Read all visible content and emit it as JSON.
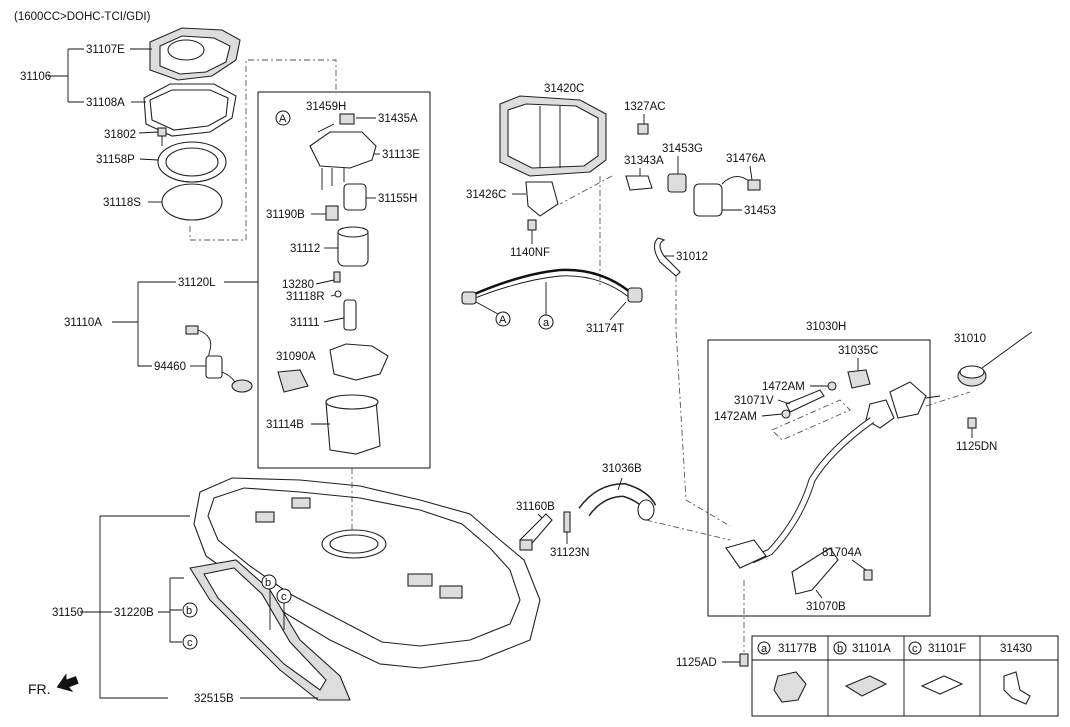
{
  "header": {
    "note": "(1600CC>DOHC-TCI/GDI)"
  },
  "labels": {
    "l31107E": "31107E",
    "l31106": "31106",
    "l31108A": "31108A",
    "l31802": "31802",
    "l31158P": "31158P",
    "l31118S": "31118S",
    "l31459H": "31459H",
    "l31435A": "31435A",
    "l31113E": "31113E",
    "l31155H": "31155H",
    "l31190B": "31190B",
    "l31112": "31112",
    "l13280": "13280",
    "l31118R": "31118R",
    "l31111": "31111",
    "l31090A": "31090A",
    "l31114B": "31114B",
    "l31120L": "31120L",
    "l31110A": "31110A",
    "l94460": "94460",
    "l31420C": "31420C",
    "l1327AC": "1327AC",
    "l31343A": "31343A",
    "l31453G": "31453G",
    "l31476A": "31476A",
    "l31426C": "31426C",
    "l31453": "31453",
    "l1140NF": "1140NF",
    "l31012": "31012",
    "l31174T": "31174T",
    "l31030H": "31030H",
    "l31035C": "31035C",
    "l31010": "31010",
    "l1472AM_1": "1472AM",
    "l31071V": "31071V",
    "l1472AM_2": "1472AM",
    "l1125DN": "1125DN",
    "l31036B": "31036B",
    "l31160B": "31160B",
    "l31123N": "31123N",
    "l81704A": "81704A",
    "l31070B": "31070B",
    "l31150": "31150",
    "l31220B": "31220B",
    "l32515B": "32515B",
    "l1125AD": "1125AD",
    "fr": "FR."
  },
  "callouts": {
    "A": "A",
    "a": "a",
    "b": "b",
    "c": "c"
  },
  "legend_table": [
    {
      "letter": "a",
      "part": "31177B"
    },
    {
      "letter": "b",
      "part": "31101A"
    },
    {
      "letter": "c",
      "part": "31101F"
    },
    {
      "letter": "",
      "part": "31430"
    }
  ]
}
